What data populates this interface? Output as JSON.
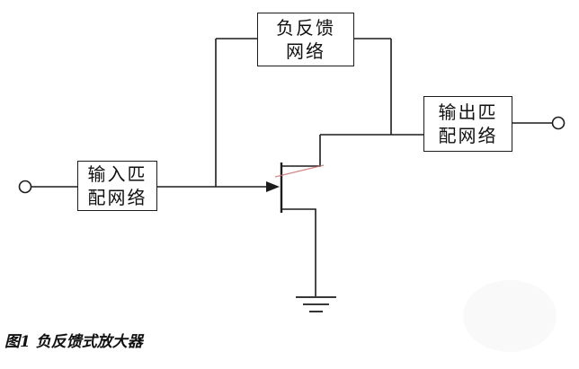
{
  "figure": {
    "caption": "图1  负反馈式放大器",
    "boxes": {
      "feedback": {
        "line1": "负反馈",
        "line2": "网络"
      },
      "input": {
        "line1": "输入匹",
        "line2": "配网络"
      },
      "output": {
        "line1": "输出匹",
        "line2": "配网络"
      }
    },
    "components": {
      "input_terminal": "input-port",
      "output_terminal": "output-port",
      "transistor": "fet-transistor",
      "ground": "ground-symbol"
    },
    "colors": {
      "wire": "#1c1c1c",
      "box_border": "#1c1c1c",
      "text": "#111111",
      "highlight": "#cc6a6a",
      "background": "#ffffff"
    }
  }
}
